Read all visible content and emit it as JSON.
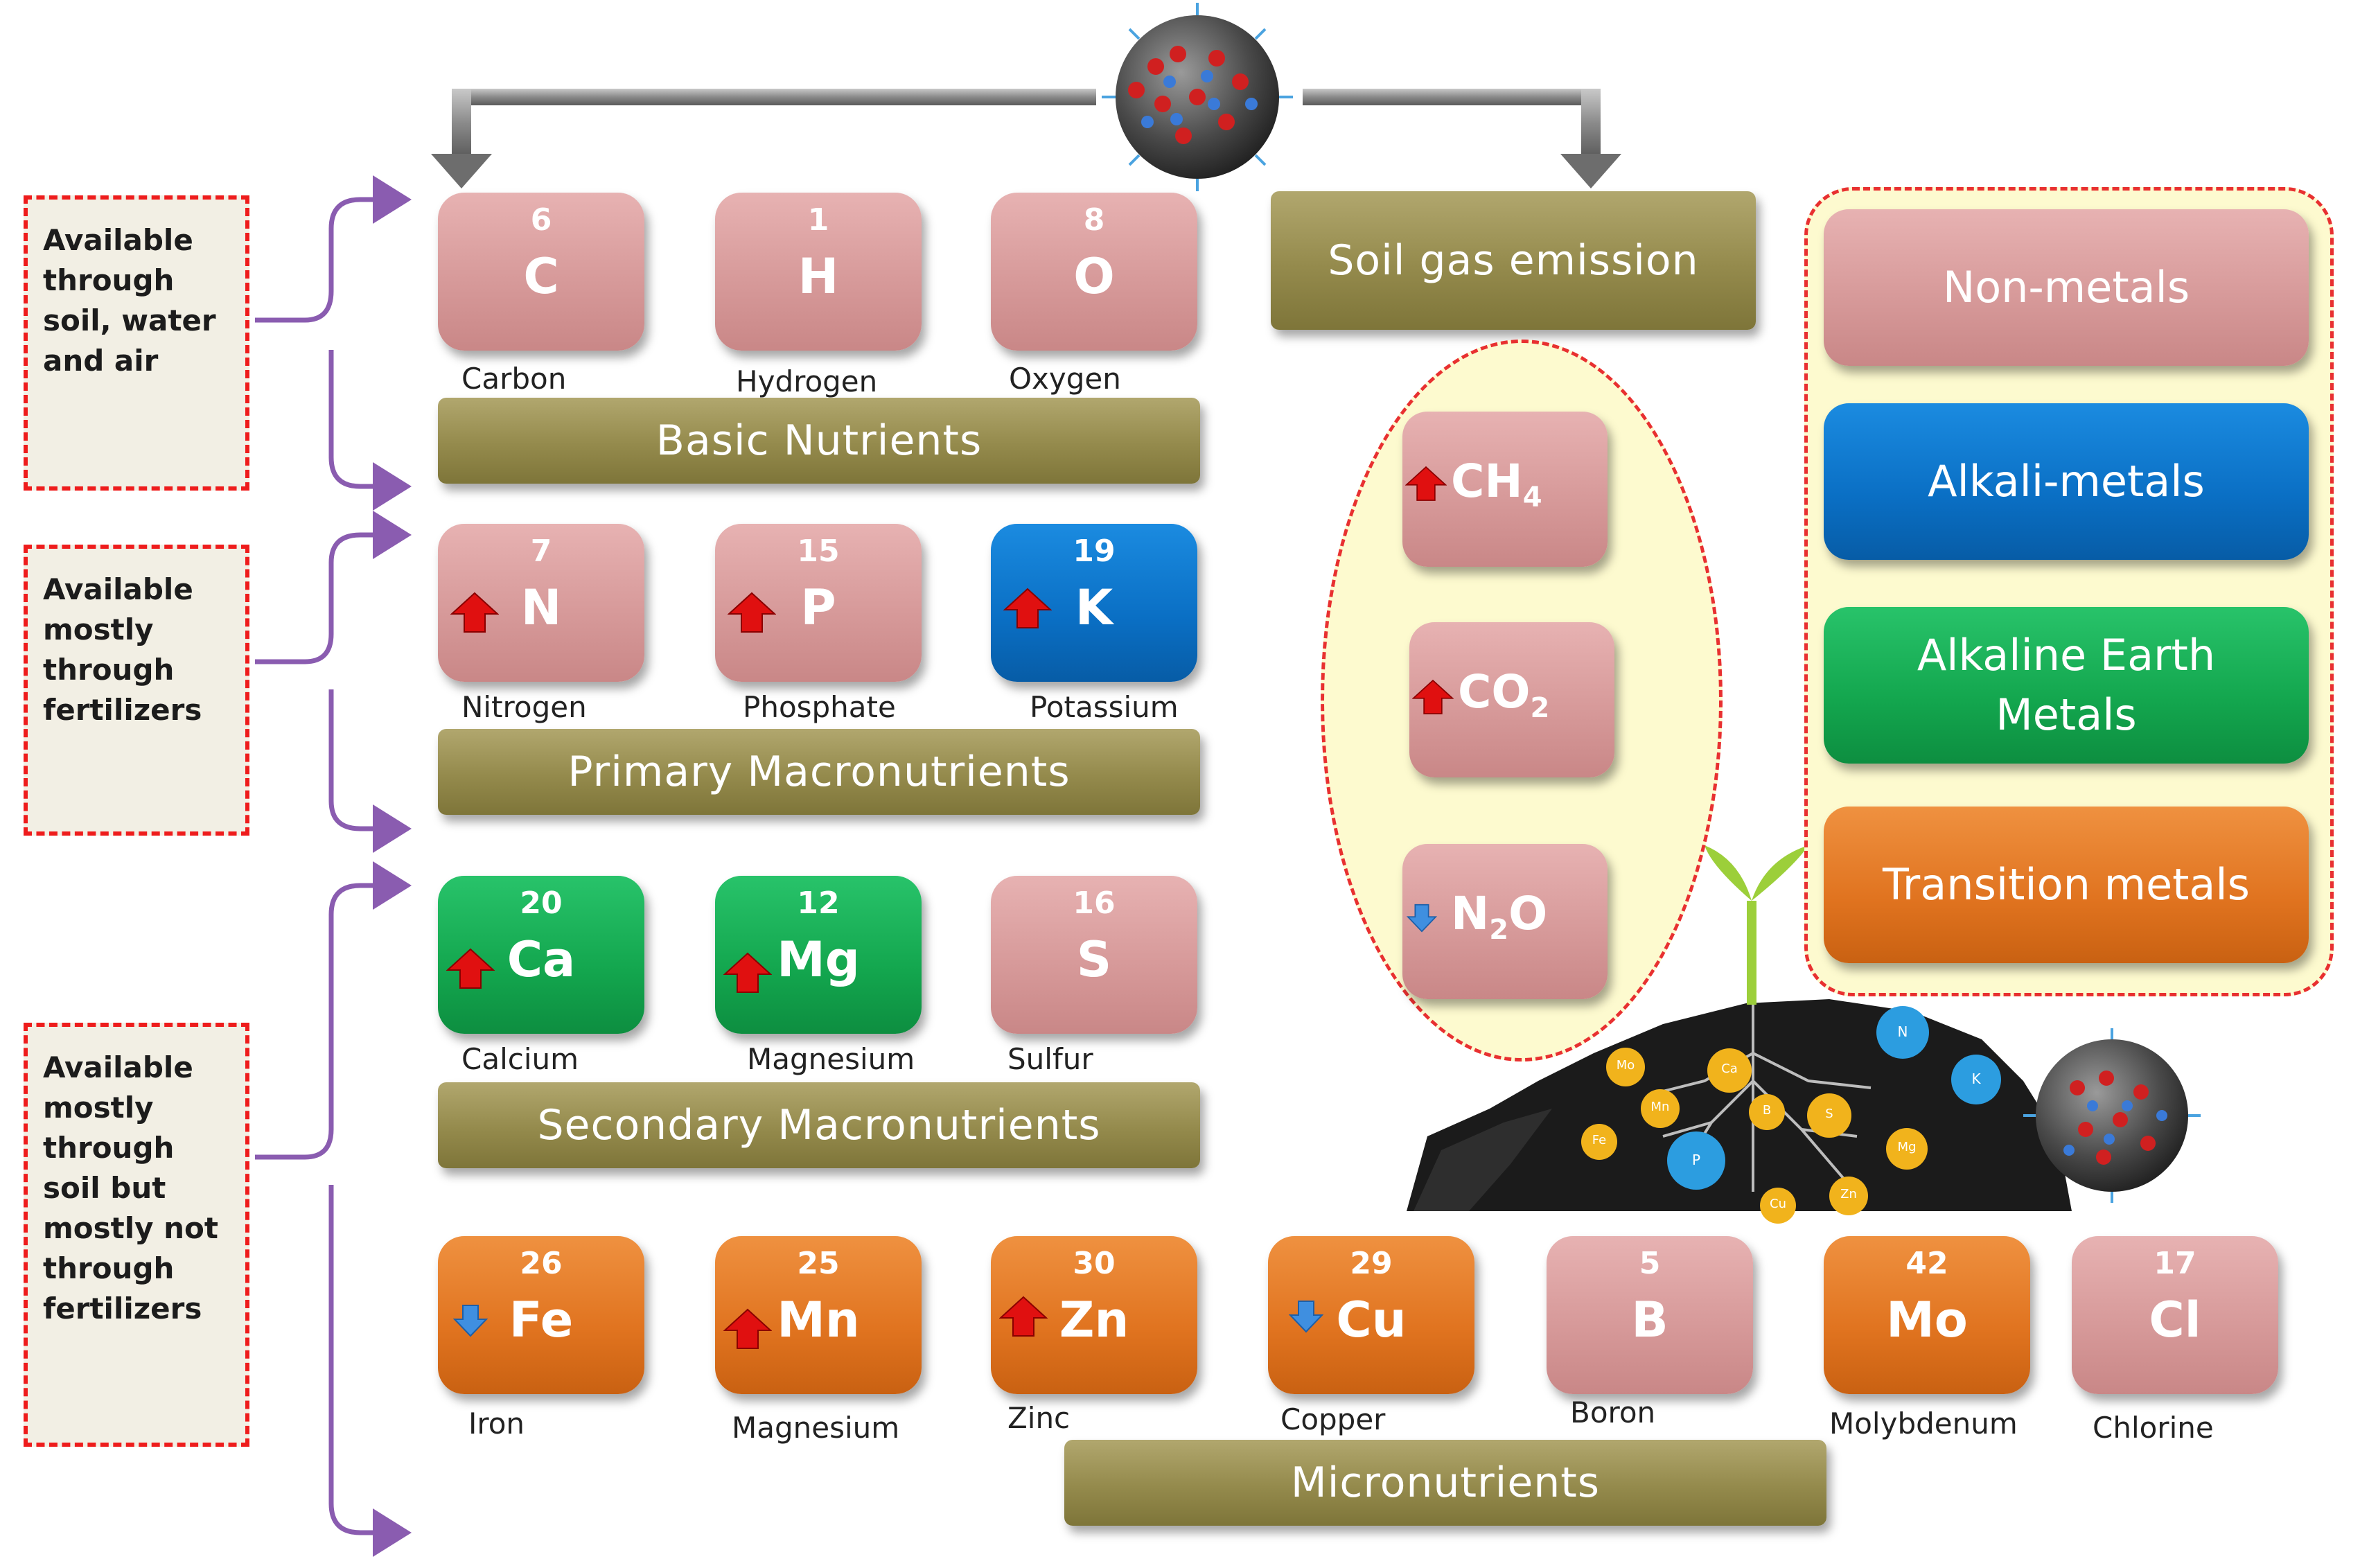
{
  "availability_notes": [
    {
      "text": "Available through soil, water and air"
    },
    {
      "text": "Available mostly through fertilizers"
    },
    {
      "text": "Available mostly through soil but mostly not through fertilizers"
    }
  ],
  "basic": {
    "banner": "Basic Nutrients",
    "elements": [
      {
        "number": "6",
        "symbol": "C",
        "name": "Carbon",
        "class": "non-metal",
        "arrow": ""
      },
      {
        "number": "1",
        "symbol": "H",
        "name": "Hydrogen",
        "class": "non-metal",
        "arrow": ""
      },
      {
        "number": "8",
        "symbol": "O",
        "name": "Oxygen",
        "class": "non-metal",
        "arrow": ""
      }
    ]
  },
  "primary": {
    "banner": "Primary  Macronutrients",
    "elements": [
      {
        "number": "7",
        "symbol": "N",
        "name": "Nitrogen",
        "class": "non-metal",
        "arrow": "up"
      },
      {
        "number": "15",
        "symbol": "P",
        "name": "Phosphate",
        "class": "non-metal",
        "arrow": "up"
      },
      {
        "number": "19",
        "symbol": "K",
        "name": "Potassium",
        "class": "alkali-metal",
        "arrow": "up"
      }
    ]
  },
  "secondary": {
    "banner": "Secondary  Macronutrients",
    "elements": [
      {
        "number": "20",
        "symbol": "Ca",
        "name": "Calcium",
        "class": "alkaline-earth",
        "arrow": "up"
      },
      {
        "number": "12",
        "symbol": "Mg",
        "name": "Magnesium",
        "class": "alkaline-earth",
        "arrow": "up"
      },
      {
        "number": "16",
        "symbol": "S",
        "name": "Sulfur",
        "class": "non-metal",
        "arrow": ""
      }
    ]
  },
  "micro": {
    "banner": "Micronutrients",
    "elements": [
      {
        "number": "26",
        "symbol": "Fe",
        "name": "Iron",
        "class": "transition",
        "arrow": "down"
      },
      {
        "number": "25",
        "symbol": "Mn",
        "name": "Magnesium",
        "class": "transition",
        "arrow": "up"
      },
      {
        "number": "30",
        "symbol": "Zn",
        "name": "Zinc",
        "class": "transition",
        "arrow": "up"
      },
      {
        "number": "29",
        "symbol": "Cu",
        "name": "Copper",
        "class": "transition",
        "arrow": "down"
      },
      {
        "number": "5",
        "symbol": "B",
        "name": "Boron",
        "class": "non-metal",
        "arrow": ""
      },
      {
        "number": "42",
        "symbol": "Mo",
        "name": "Molybdenum",
        "class": "transition",
        "arrow": ""
      },
      {
        "number": "17",
        "symbol": "Cl",
        "name": "Chlorine",
        "class": "non-metal",
        "arrow": ""
      }
    ]
  },
  "soil_gas": {
    "banner": "Soil gas emission",
    "gases": [
      {
        "formula": "CH",
        "subscript": "4",
        "arrow": "up"
      },
      {
        "formula": "CO",
        "subscript": "2",
        "arrow": "up"
      },
      {
        "formula": "N",
        "subscript": "2",
        "suffix": "O",
        "arrow": "down"
      }
    ]
  },
  "legend": [
    {
      "label": "Non-metals",
      "color": "#d99a9a"
    },
    {
      "label": "Alkali-metals",
      "color": "#0a6fc4"
    },
    {
      "label": "Alkaline Earth Metals",
      "color": "#13a64e"
    },
    {
      "label": "Transition metals",
      "color": "#e0731f"
    }
  ],
  "soil_illustration": {
    "nutrient_balls": [
      "Mo",
      "Ca",
      "Fe",
      "B",
      "S",
      "Mn",
      "P",
      "Mg",
      "Cu",
      "Zn",
      "N",
      "K"
    ]
  },
  "colors": {
    "non_metal": "#d99a9a",
    "alkali_metal": "#0a6fc4",
    "alkaline_earth": "#13a64e",
    "transition": "#e0731f",
    "banner": "#948a4c",
    "bracket": "#8a5cb0",
    "arrow_up": "#e01010",
    "arrow_down": "#3f8fe0"
  }
}
